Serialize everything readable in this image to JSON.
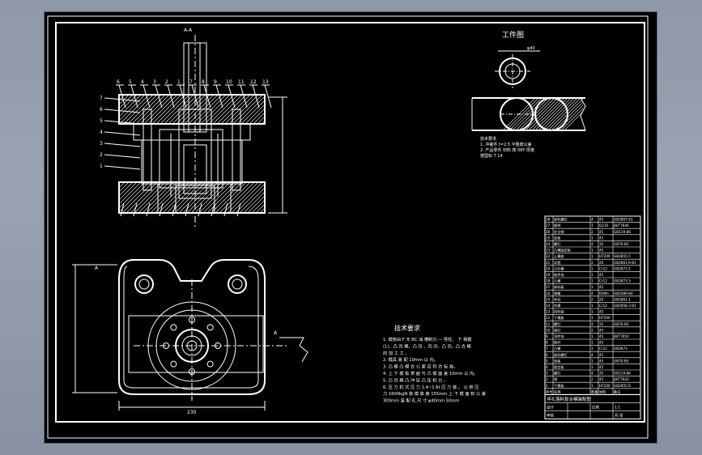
{
  "drawing": {
    "workpiece_title": "工件图",
    "section_label": "A-A",
    "section_mark_left": "A",
    "section_mark_right": "A",
    "tech_title": "技术要求",
    "tech_lines": [
      "1. 模架由 F 无 BC 油 槽制分 — 导柱、 下 相模",
      "(1)、凸 凹 模、凸 凹 、凹 凹、凸 凹、凸 合 模",
      "的 加 工 工 。",
      "2. 模具 装 配 10mm 以 内。",
      "3. 凸 模 凸 模 合 公 差 应 符 合 标 准。",
      "4. 上 下 模 板 表 面 与 凸 模 面 差 10mm 以 内。",
      "5. 凸 凹 模 凸 冲 压 凸 压 机 台 。",
      "6. 压 力 机 式 压 力 1.4~1.6t 压 力 装 。 公 称 压",
      "力 1600kgN 装 模 高 度 155mm 上 下 模 面 积 公 差",
      "300mm 装 配 孔 尺 寸 φ40mm 50mm"
    ],
    "workpiece_notes": [
      "技术要求",
      "1. 冲裁件 t=2.5 平整度公差",
      "2. 产品零件 材料 按 08F 厚度",
      "   按国标 T 14"
    ],
    "dims": {
      "front_height": "",
      "plan_width": "230",
      "plan_height": "",
      "wp_dia": "φ40"
    },
    "callouts_top": [
      "6",
      "5",
      "4",
      "3",
      "2",
      "1",
      "7",
      "8",
      "9",
      "10",
      "11",
      "12",
      "13"
    ],
    "callouts_side": [
      "7",
      "6",
      "5",
      "4",
      "3",
      "2",
      "1"
    ],
    "bom_rows": [
      [
        "28",
        "卸料螺钉",
        "4",
        "45",
        "GB2867-81"
      ],
      [
        "27",
        "模柄",
        "1",
        "Q235",
        "JB/T7646"
      ],
      [
        "26",
        "定位销",
        "2",
        "45",
        "GB119-86"
      ],
      [
        "25",
        "垫板",
        "1",
        "45",
        ""
      ],
      [
        "24",
        "螺钉",
        "4",
        "35",
        "GB70-85"
      ],
      [
        "23",
        "凸模固定板",
        "1",
        "45",
        ""
      ],
      [
        "22",
        "上模座",
        "1",
        "HT200",
        "GB2855.5"
      ],
      [
        "21",
        "导套",
        "2",
        "20",
        "GB2861.6-81"
      ],
      [
        "20",
        "凸凹模",
        "1",
        "Cr12",
        "GB2873.1"
      ],
      [
        "19",
        "推件块",
        "1",
        "45",
        ""
      ],
      [
        "18",
        "凸模",
        "1",
        "Cr12",
        "GB2873.3"
      ],
      [
        "17",
        "卸料板",
        "1",
        "45",
        ""
      ],
      [
        "16",
        "弹簧",
        "4",
        "65Mn",
        "GB2089-80"
      ],
      [
        "15",
        "导柱",
        "2",
        "20",
        "GB2861.1"
      ],
      [
        "14",
        "凹模",
        "1",
        "Cr12",
        "GB2858.3-81"
      ],
      [
        "13",
        "挡料销",
        "1",
        "45",
        ""
      ],
      [
        "12",
        "下模座",
        "1",
        "HT200",
        ""
      ],
      [
        "11",
        "螺钉",
        "4",
        "35",
        "GB70-85"
      ],
      [
        "10",
        "销钉",
        "2",
        "45",
        ""
      ],
      [
        "9",
        "顶件块",
        "1",
        "45",
        "JB/T7650"
      ],
      [
        "8",
        "推杆",
        "1",
        "45",
        ""
      ],
      [
        "7",
        "凸模",
        "1",
        "Cr12",
        "GB2873"
      ],
      [
        "6",
        "卸料螺钉",
        "4",
        "45",
        ""
      ],
      [
        "5",
        "垫板",
        "1",
        "45",
        "GB70-85"
      ],
      [
        "4",
        "固定板",
        "1",
        "45",
        ""
      ],
      [
        "3",
        "螺钉",
        "4",
        "35",
        "GB119-86"
      ],
      [
        "2",
        "销",
        "2",
        "45",
        "JB/T7642"
      ],
      [
        "1",
        "下模板",
        "1",
        "HT200",
        "GB2855.6"
      ]
    ],
    "bom_header": [
      "序号",
      "名称",
      "数量",
      "材料",
      "备注"
    ],
    "title_block": {
      "name": "冲孔落料复合模装配图",
      "row2": [
        "设计",
        "",
        "比例",
        "1:1"
      ],
      "row3": [
        "审核",
        "",
        "",
        "共 张"
      ]
    }
  }
}
